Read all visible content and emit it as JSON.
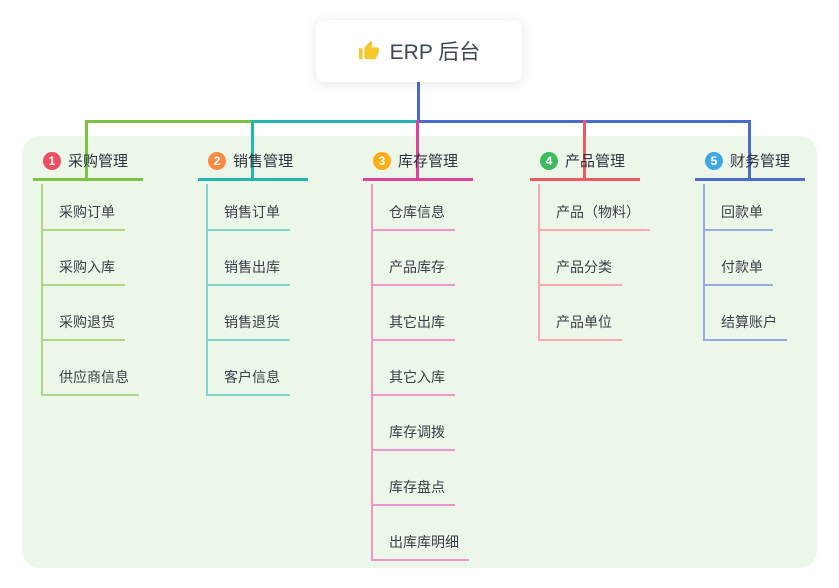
{
  "root": {
    "title": "ERP 后台",
    "icon": "thumbs-up-icon",
    "icon_color": "#f5c728"
  },
  "canvas": {
    "background_color": "#ecf7e9",
    "trunk_color": "#4a6cc8"
  },
  "branches": [
    {
      "index": "1",
      "label": "采购管理",
      "badge_color": "#ee4e62",
      "line_color": "#7cc244",
      "child_line_color": "#aed687",
      "children": [
        "采购订单",
        "采购入库",
        "采购退货",
        "供应商信息"
      ]
    },
    {
      "index": "2",
      "label": "销售管理",
      "badge_color": "#fb8b41",
      "line_color": "#23b6ae",
      "child_line_color": "#82d6d0",
      "children": [
        "销售订单",
        "销售出库",
        "销售退货",
        "客户信息"
      ]
    },
    {
      "index": "3",
      "label": "库存管理",
      "badge_color": "#fcae15",
      "line_color": "#e0419e",
      "child_line_color": "#f095cd",
      "children": [
        "仓库信息",
        "产品库存",
        "其它出库",
        "其它入库",
        "库存调拨",
        "库存盘点",
        "出库库明细"
      ]
    },
    {
      "index": "4",
      "label": "产品管理",
      "badge_color": "#3cbc5e",
      "line_color": "#ee5a64",
      "child_line_color": "#f8a8ae",
      "children": [
        "产品（物料）",
        "产品分类",
        "产品单位"
      ]
    },
    {
      "index": "5",
      "label": "财务管理",
      "badge_color": "#3fa7e1",
      "line_color": "#4a6cc8",
      "child_line_color": "#96abe4",
      "children": [
        "回款单",
        "付款单",
        "结算账户"
      ]
    }
  ]
}
